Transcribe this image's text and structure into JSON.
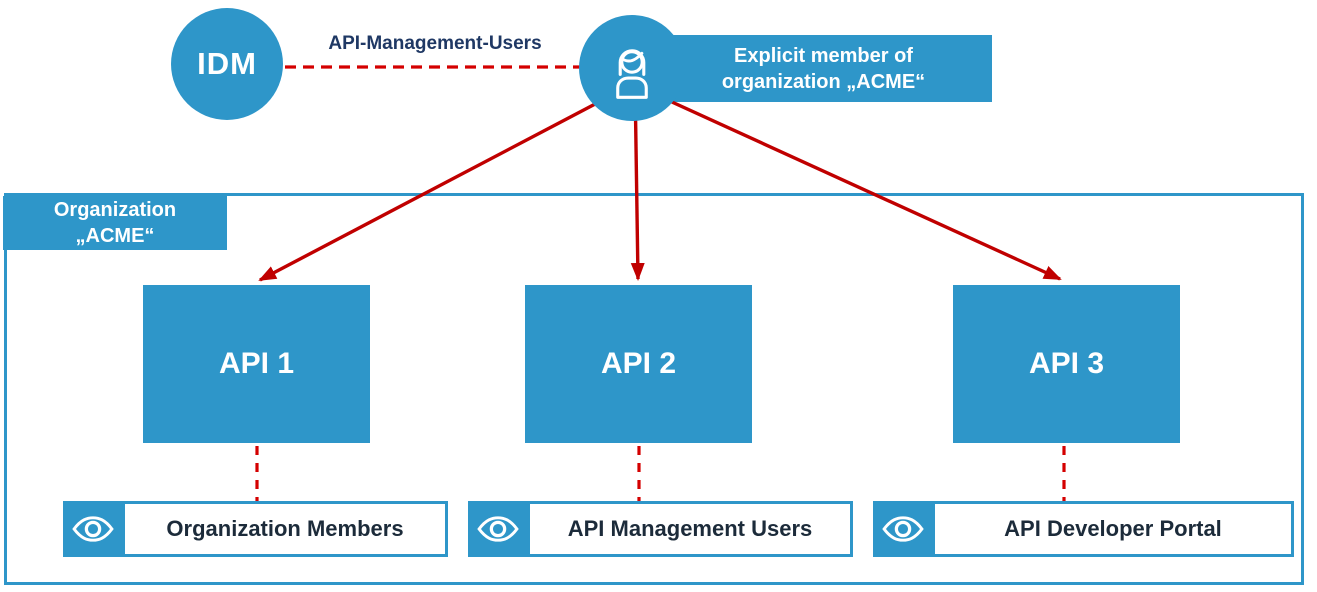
{
  "colors": {
    "primary_blue": "#2E96C9",
    "arrow_red": "#C00000",
    "dashed_red": "#D40000",
    "navy_text": "#1F3864",
    "dark_text": "#1C2B3A",
    "white": "#FFFFFF"
  },
  "idm_node": {
    "label": "IDM"
  },
  "idm_user_link": {
    "label": "API-Management-Users",
    "style": "dashed-red-line"
  },
  "user_node": {
    "icon": "person-icon",
    "caption_line1": "Explicit member of",
    "caption_line2": "organization „ACME“"
  },
  "organization_box": {
    "label_line1": "Organization",
    "label_line2": "„ACME“"
  },
  "api_nodes": [
    {
      "label": "API 1"
    },
    {
      "label": "API 2"
    },
    {
      "label": "API 3"
    }
  ],
  "visibility_items": [
    {
      "icon": "eye-icon",
      "label": "Organization Members"
    },
    {
      "icon": "eye-icon",
      "label": "API Management Users"
    },
    {
      "icon": "eye-icon",
      "label": "API Developer Portal"
    }
  ]
}
